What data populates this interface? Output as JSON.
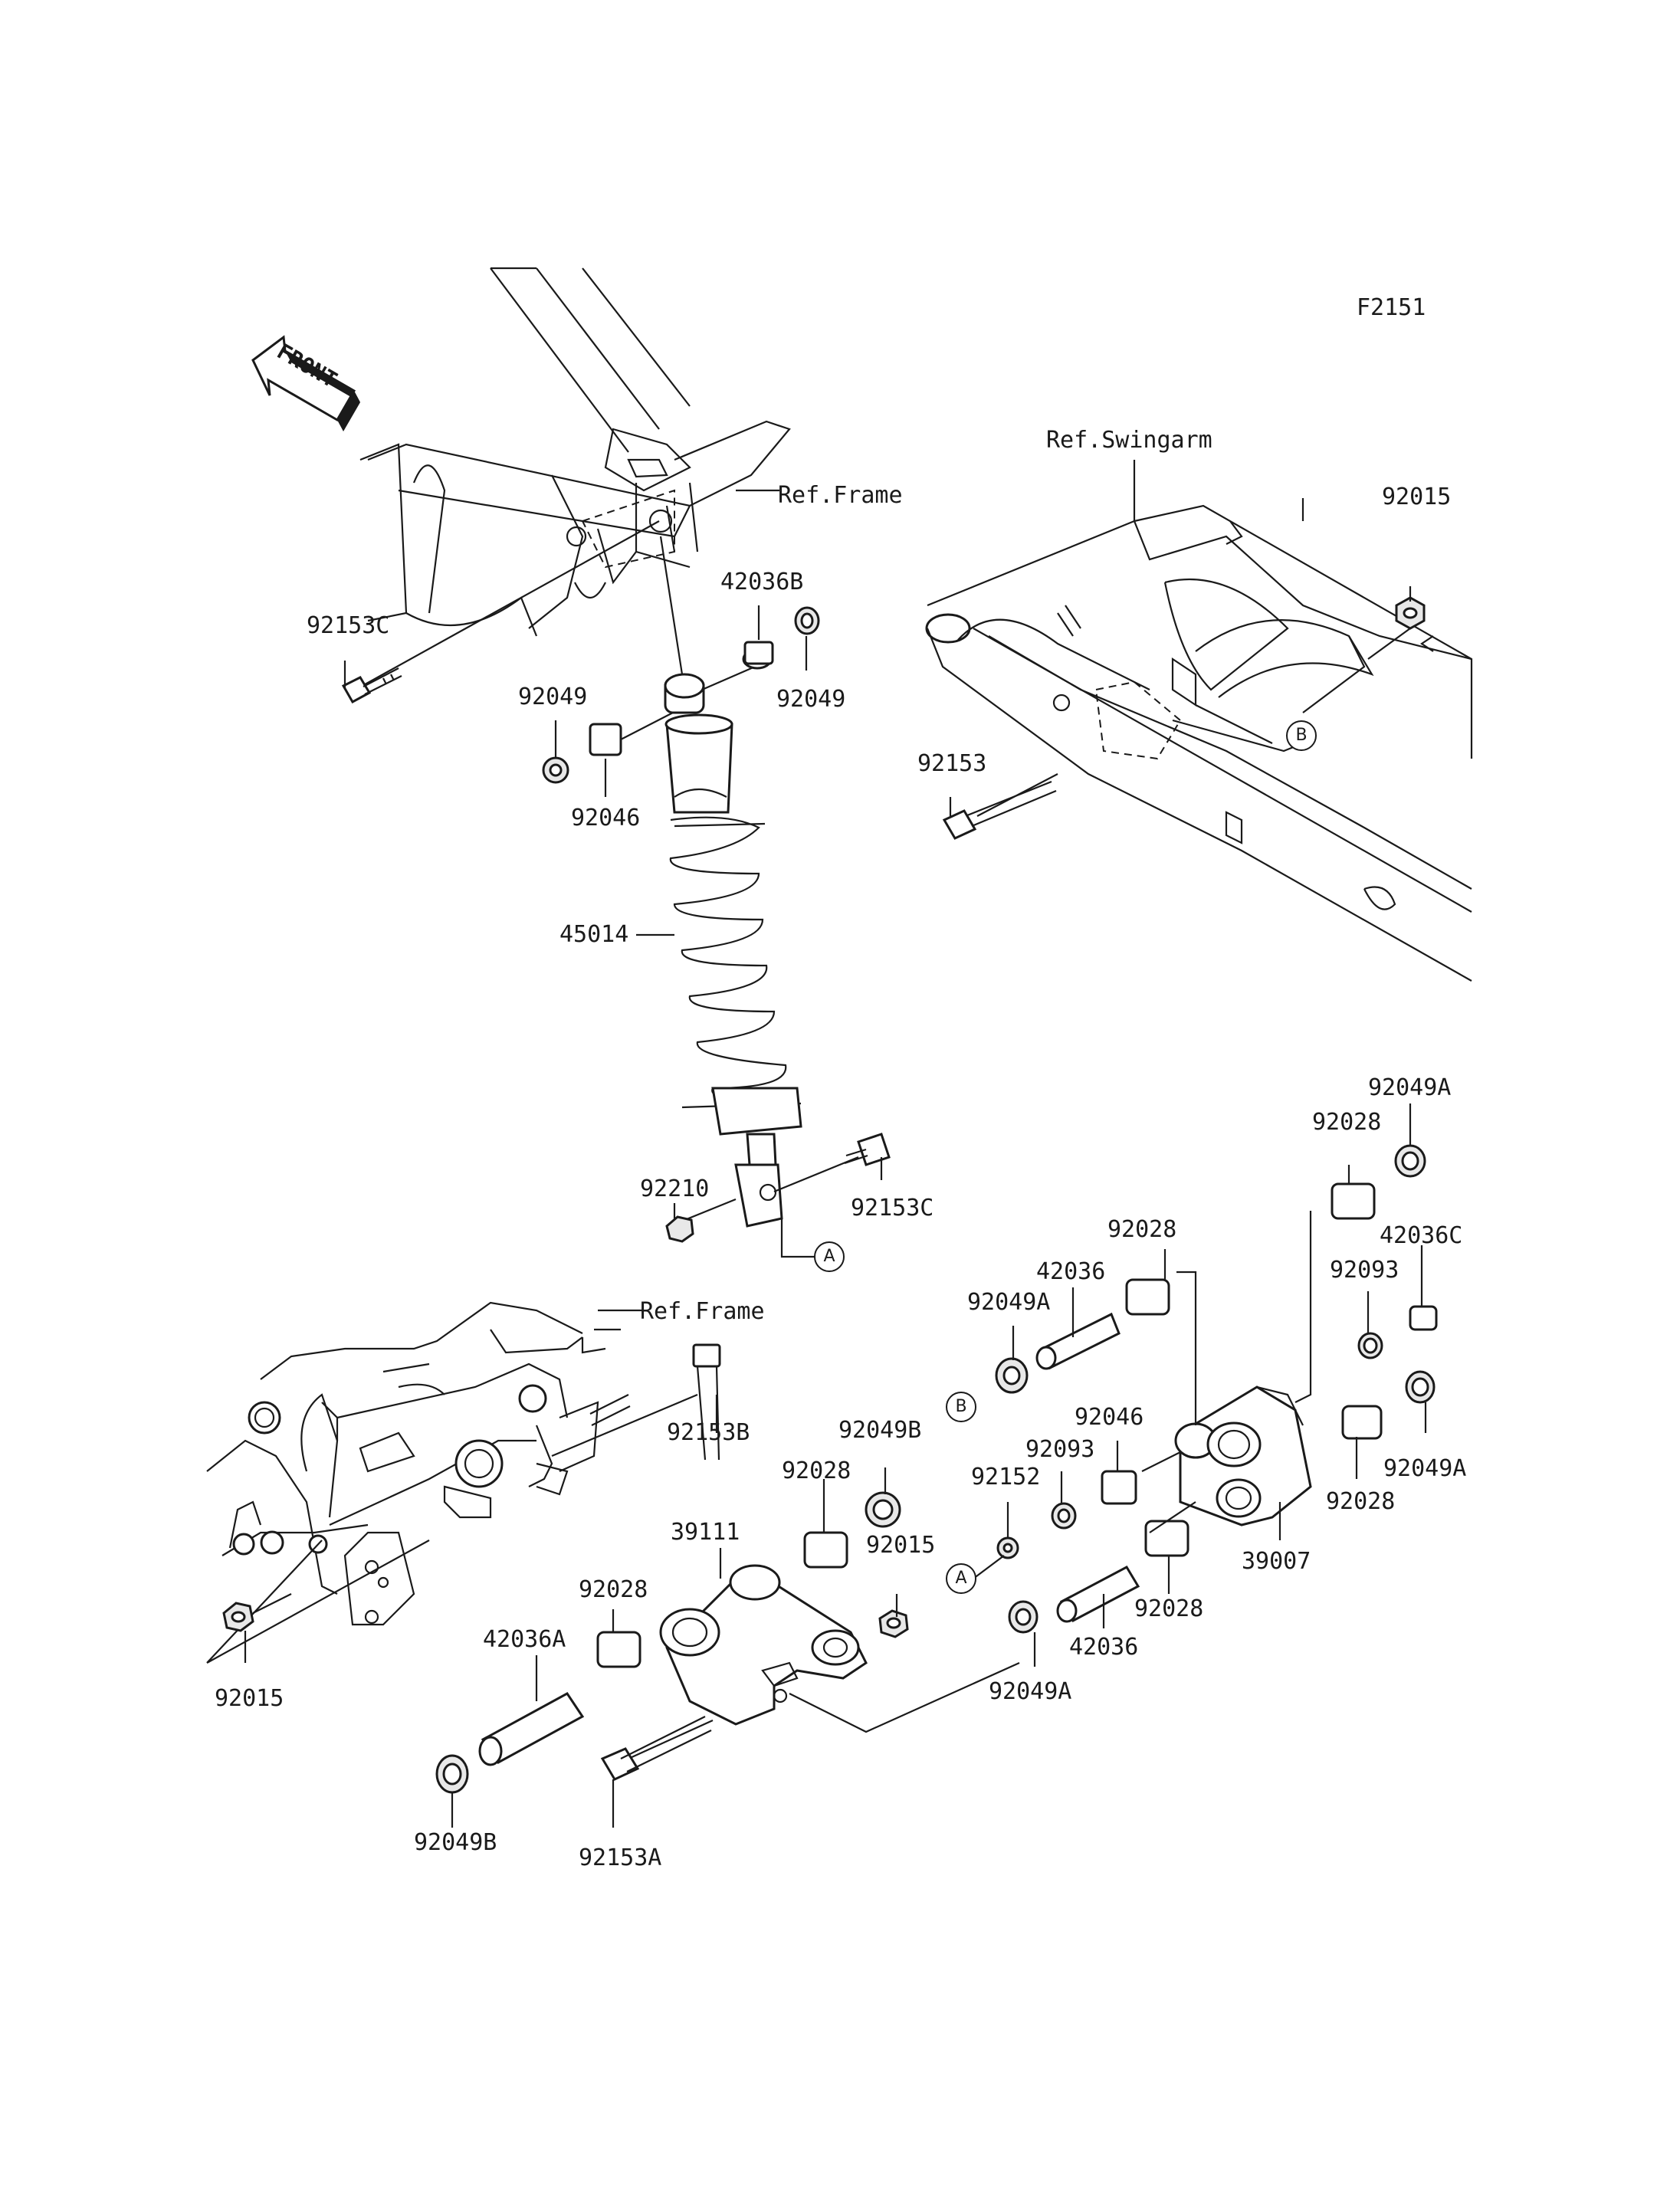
{
  "diagram_code": "F2151",
  "front_arrow_label": "FRONT",
  "ref_labels": {
    "frame_top": "Ref.Frame",
    "frame_bottom": "Ref.Frame",
    "swingarm": "Ref.Swingarm"
  },
  "callouts": {
    "a": "A",
    "b": "B"
  },
  "part_numbers": {
    "p92153C_top": "92153C",
    "p42036B": "42036B",
    "p92049_left": "92049",
    "p92049_right": "92049",
    "p92046_top": "92046",
    "p45014": "45014",
    "p92210": "92210",
    "p92153C_bottom": "92153C",
    "p92015_top": "92015",
    "p92153_sw": "92153",
    "p92049A_top": "92049A",
    "p92028_top": "92028",
    "p92028_mid": "92028",
    "p42036C": "42036C",
    "p42036_top": "42036",
    "p92049A_left": "92049A",
    "p92093_right": "92093",
    "p92049A_right": "92049A",
    "p92153B": "92153B",
    "p92049B_top": "92049B",
    "p92046_mid": "92046",
    "p92093_mid": "92093",
    "p92028_right": "92028",
    "p92028_link": "92028",
    "p92152": "92152",
    "p92015_link": "92015",
    "p39111": "39111",
    "p39007": "39007",
    "p92028_lower": "92028",
    "p42036_lower": "42036",
    "p92028_left": "92028",
    "p42036A": "42036A",
    "p92015_left": "92015",
    "p92049A_bottom": "92049A",
    "p92049B_bottom": "92049B",
    "p92153A": "92153A"
  }
}
